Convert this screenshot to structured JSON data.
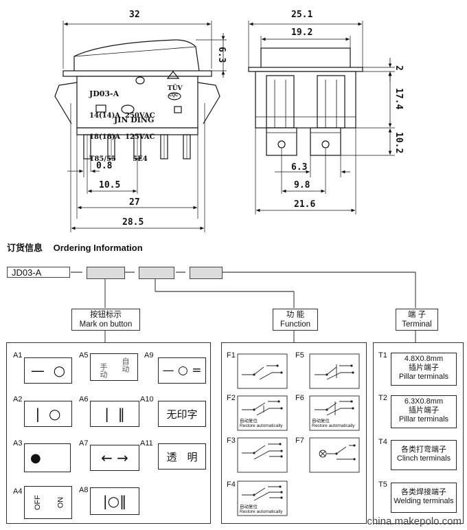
{
  "dimensions": {
    "top_width": "32",
    "width_25_1": "25.1",
    "width_19_2": "19.2",
    "height_6_3": "6.3",
    "height_2": "2",
    "height_17_4": "17.4",
    "height_10_2": "10.2",
    "pin_0_8": "0.8",
    "pitch_10_5": "10.5",
    "width_27": "27",
    "width_28_5": "28.5",
    "pin_6_3": "6.3",
    "pitch_9_8": "9.8",
    "width_21_6": "21.6"
  },
  "label": {
    "model": "JD03-A",
    "line1": "14(14)A  250VAC",
    "line2": "18(18)A  125VAC",
    "line3": "T85/55       5E4",
    "tuv": "TÜV",
    "cqc": "CQC",
    "brand": "JIN DING"
  },
  "ordering": {
    "title_cn": "订货信息",
    "title_en": "Ordering Information",
    "code": "JD03-A"
  },
  "categories": {
    "mark_cn": "按钮标示",
    "mark_en": "Mark on button",
    "func_cn": "功  能",
    "func_en": "Function",
    "term_cn": "端  子",
    "term_en": "Terminal"
  },
  "marks": {
    "a1": "A1",
    "a2": "A2",
    "a3": "A3",
    "a4": "A4",
    "a5": "A5",
    "a6": "A6",
    "a7": "A7",
    "a8": "A8",
    "a9": "A9",
    "a10": "A10",
    "a11": "A11",
    "a5_left": "手动",
    "a5_right": "自动",
    "a10_text": "无印字",
    "a11_text": "透　明",
    "a4_off": "OFF",
    "a4_on": "ON"
  },
  "functions": {
    "f1": "F1",
    "f2": "F2",
    "f3": "F3",
    "f4": "F4",
    "f5": "F5",
    "f6": "F6",
    "f7": "F7",
    "restore_cn": "自动复位",
    "restore_en": "Restore automatically"
  },
  "terminals": {
    "t1": "T1",
    "t2": "T2",
    "t4": "T4",
    "t5": "T5",
    "t1_size": "4.8X0.8mm",
    "t1_cn": "插片端子",
    "t1_en": "Pillar terminals",
    "t2_size": "6.3X0.8mm",
    "t2_cn": "插片端子",
    "t2_en": "Pillar terminals",
    "t4_cn": "各类打弯端子",
    "t4_en": "Clinch terminals",
    "t5_cn": "各类焊接端子",
    "t5_en": "Welding terminals"
  },
  "watermark": "china.makepolo.com"
}
